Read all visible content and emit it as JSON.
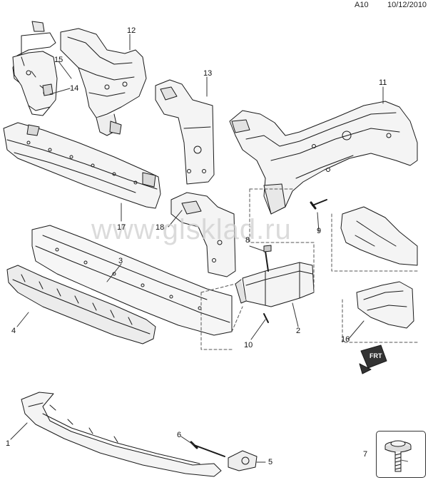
{
  "header": {
    "page_code": "A10",
    "date": "10/12/2010"
  },
  "watermark": "www.glsklad.ru",
  "callouts": [
    "1",
    "2",
    "3",
    "4",
    "5",
    "6",
    "7",
    "8",
    "9",
    "10",
    "11",
    "12",
    "13",
    "14",
    "15",
    "16",
    "17",
    "18"
  ],
  "arrow_badge": "FRT",
  "colors": {
    "line": "#1a1a1a",
    "shade": "#d9d9d9",
    "watermark": "#cfcfcf"
  }
}
